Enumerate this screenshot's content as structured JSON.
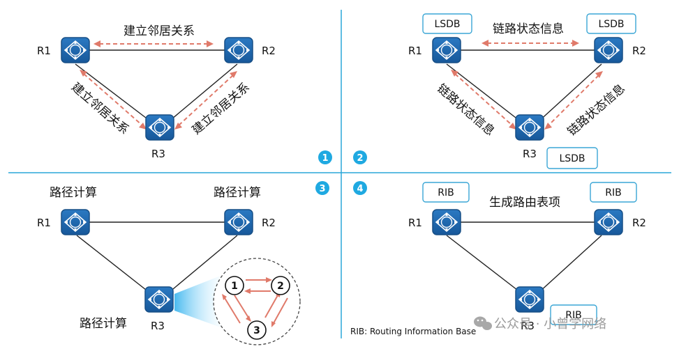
{
  "colors": {
    "router": "#1f66ab",
    "router_edge": "#174f86",
    "divider": "#2aa7d8",
    "arrow": "#e07a6a",
    "badge": "#1fa9e1",
    "box_border": "#3aa6d5",
    "glow": "#3fb6ee"
  },
  "routers": {
    "r1": "R1",
    "r2": "R2",
    "r3": "R3"
  },
  "router_icon_glyph": "R",
  "q1": {
    "badge": "1",
    "top_label": "建立邻居关系",
    "left_label": "建立邻居关系",
    "right_label": "建立邻居关系"
  },
  "q2": {
    "badge": "2",
    "top_label": "链路状态信息",
    "left_label": "链路状态信息",
    "right_label": "链路状态信息",
    "lsdb": "LSDB"
  },
  "q3": {
    "badge": "3",
    "path_calc": "路径计算",
    "steps": [
      "1",
      "2",
      "3"
    ]
  },
  "q4": {
    "badge": "4",
    "center_label": "生成路由表项",
    "rib": "RIB"
  },
  "footnote": "RIB: Routing Information Base",
  "watermark": {
    "icon": "wechat-icon",
    "text": "公众号 · 小曾学网络"
  }
}
